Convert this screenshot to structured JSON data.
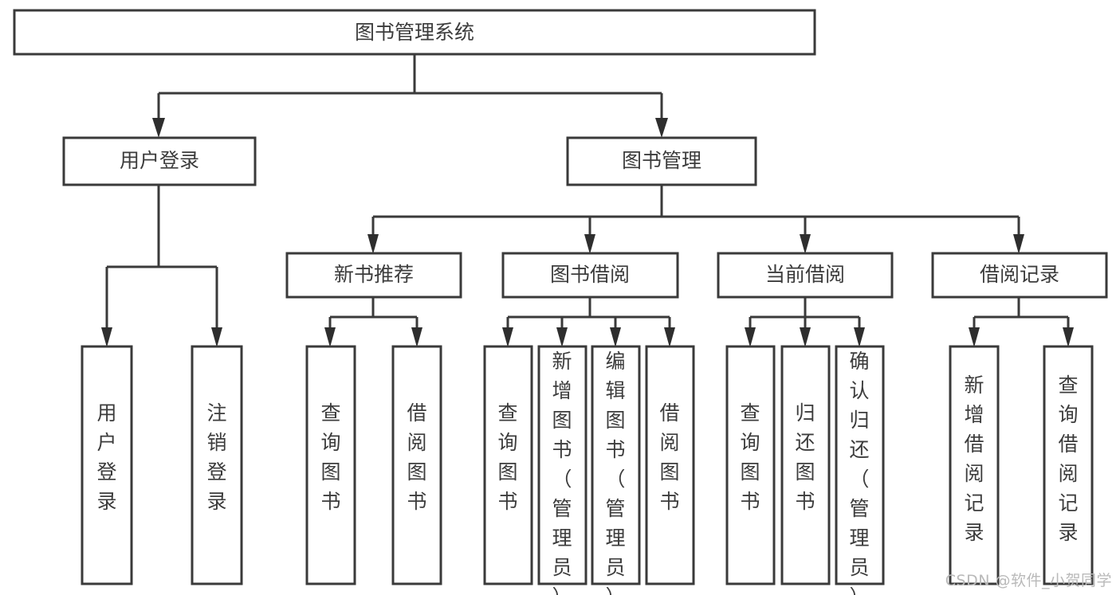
{
  "diagram": {
    "title": "图书管理系统",
    "type": "tree-hierarchy-diagram",
    "watermark": "CSDN @软件_小贺同学",
    "colors": {
      "background": "#ffffff",
      "box_stroke": "#3a3a3a",
      "box_fill": "#ffffff",
      "text": "#3c3c3c",
      "watermark": "#b9b9b9"
    }
  },
  "nodes": {
    "root": {
      "label": "图书管理系统"
    },
    "tier2": [
      {
        "label": "用户登录"
      },
      {
        "label": "图书管理"
      }
    ],
    "tier3": [
      {
        "label": "新书推荐"
      },
      {
        "label": "图书借阅"
      },
      {
        "label": "当前借阅"
      },
      {
        "label": "借阅记录"
      }
    ],
    "leaves": {
      "user_login": [
        {
          "label": "用户登录"
        },
        {
          "label": "注销登录"
        }
      ],
      "new_book_recommend": [
        {
          "label": "查询图书"
        },
        {
          "label": "借阅图书"
        }
      ],
      "book_borrow": [
        {
          "label": "查询图书"
        },
        {
          "label": "新增图书（管理员）"
        },
        {
          "label": "编辑图书（管理员）"
        },
        {
          "label": "借阅图书"
        }
      ],
      "current_borrow": [
        {
          "label": "查询图书"
        },
        {
          "label": "归还图书"
        },
        {
          "label": "确认归还（管理员）"
        }
      ],
      "borrow_record": [
        {
          "label": "新增借阅记录"
        },
        {
          "label": "查询借阅记录"
        }
      ]
    }
  },
  "chart_data": {
    "type": "tree",
    "title": "图书管理系统",
    "root": "图书管理系统",
    "edges": [
      {
        "from": "图书管理系统",
        "to": "用户登录"
      },
      {
        "from": "图书管理系统",
        "to": "图书管理"
      },
      {
        "from": "用户登录",
        "to": "用户登录"
      },
      {
        "from": "用户登录",
        "to": "注销登录"
      },
      {
        "from": "图书管理",
        "to": "新书推荐"
      },
      {
        "from": "图书管理",
        "to": "图书借阅"
      },
      {
        "from": "图书管理",
        "to": "当前借阅"
      },
      {
        "from": "图书管理",
        "to": "借阅记录"
      },
      {
        "from": "新书推荐",
        "to": "查询图书"
      },
      {
        "from": "新书推荐",
        "to": "借阅图书"
      },
      {
        "from": "图书借阅",
        "to": "查询图书"
      },
      {
        "from": "图书借阅",
        "to": "新增图书（管理员）"
      },
      {
        "from": "图书借阅",
        "to": "编辑图书（管理员）"
      },
      {
        "from": "图书借阅",
        "to": "借阅图书"
      },
      {
        "from": "当前借阅",
        "to": "查询图书"
      },
      {
        "from": "当前借阅",
        "to": "归还图书"
      },
      {
        "from": "当前借阅",
        "to": "确认归还（管理员）"
      },
      {
        "from": "借阅记录",
        "to": "新增借阅记录"
      },
      {
        "from": "借阅记录",
        "to": "查询借阅记录"
      }
    ],
    "levels": 4,
    "node_count": 20
  }
}
